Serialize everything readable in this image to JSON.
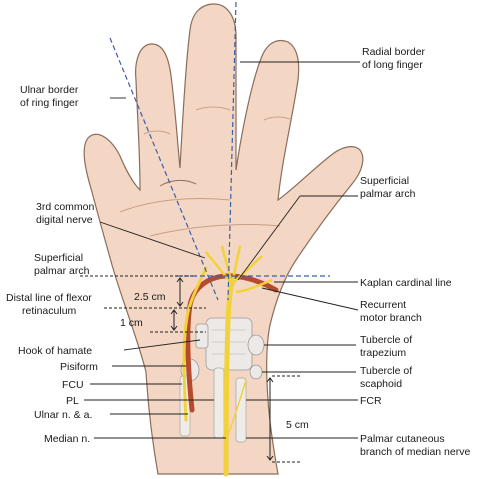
{
  "labels": {
    "ulnar_border": [
      "Ulnar border",
      "of ring finger"
    ],
    "radial_border": [
      "Radial border",
      "of long finger"
    ],
    "third_common_digital": [
      "3rd common",
      "digital nerve"
    ],
    "superficial_arch_right": [
      "Superficial",
      "palmar arch"
    ],
    "superficial_arch_left": [
      "Superficial",
      "palmar arch"
    ],
    "kaplan": "Kaplan cardinal line",
    "distal_line": [
      "Distal line of flexor",
      "retinaculum"
    ],
    "recurrent_motor": [
      "Recurrent",
      "motor branch"
    ],
    "dist_2_5cm": "2.5 cm",
    "dist_1cm": "1 cm",
    "hook_of_hamate": "Hook of hamate",
    "tubercle_trapezium": [
      "Tubercle of",
      "trapezium"
    ],
    "pisiform": "Pisiform",
    "tubercle_scaphoid": [
      "Tubercle of",
      "scaphoid"
    ],
    "fcu": "FCU",
    "pl": "PL",
    "fcr": "FCR",
    "ulnar_n_a": "Ulnar n. & a.",
    "dist_5cm": "5 cm",
    "median_n": "Median n.",
    "palmar_cutaneous": [
      "Palmar cutaneous",
      "branch of median nerve"
    ]
  },
  "colors": {
    "skin": "#f3d7c4",
    "skin_outline": "#8a6d5c",
    "nerve": "#f2d23a",
    "artery": "#b64a2e",
    "guide_line": "#3b5fa8",
    "bone": "#ece9e6"
  }
}
